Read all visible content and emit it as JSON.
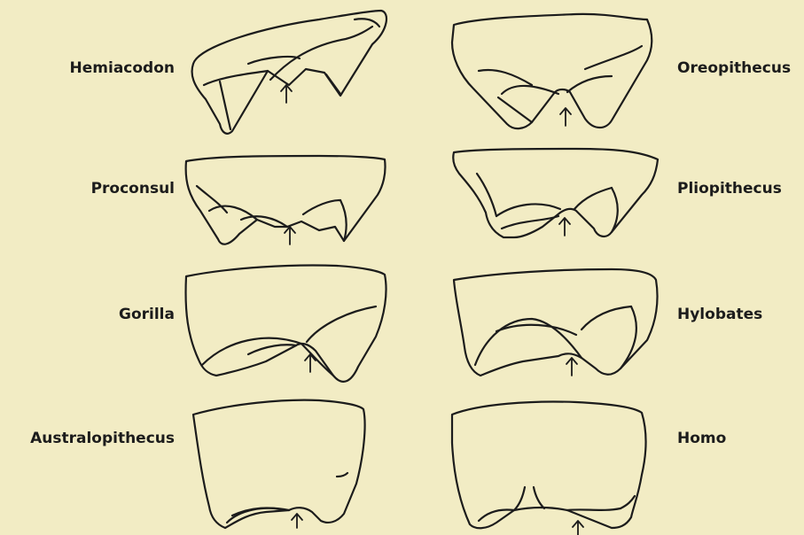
{
  "labels": {
    "hemiacodon": "Hemiacodon",
    "oreopithecus": "Oreopithecus",
    "proconsul": "Proconsul",
    "pliopithecus": "Pliopithecus",
    "gorilla": "Gorilla",
    "hylobates": "Hylobates",
    "australopithecus": "Australopithecus",
    "homo": "Homo"
  }
}
